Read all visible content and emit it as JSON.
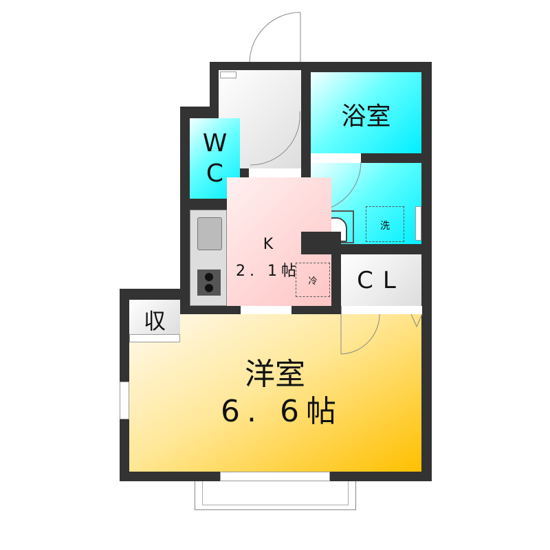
{
  "rooms": {
    "bath": "浴室",
    "wc_line1": "W",
    "wc_line2": "C",
    "kitchen_name": "K",
    "kitchen_size": "2. 1帖",
    "fridge": "冷",
    "washer": "洗",
    "closet": "CL",
    "storage": "収",
    "western_name": "洋室",
    "western_size": "6. 6帖"
  },
  "colors": {
    "wall": "#333333",
    "bath": "#00eeff",
    "kitchen": "#ffc8c8",
    "western": "#ffc000"
  }
}
